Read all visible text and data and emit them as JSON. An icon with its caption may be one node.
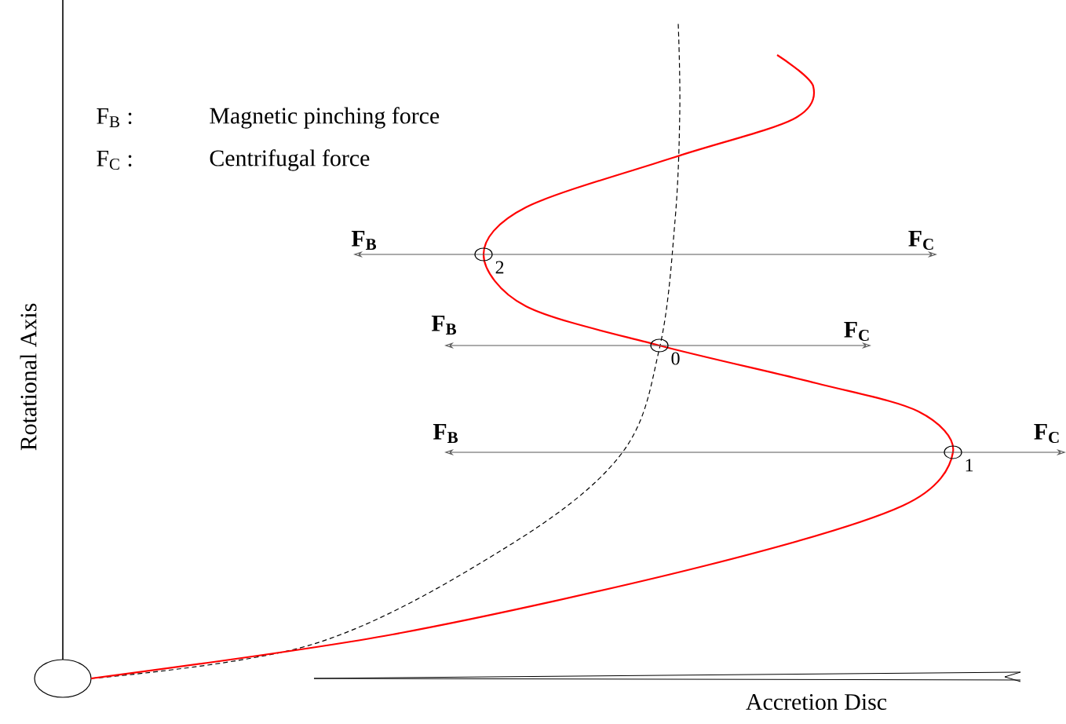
{
  "diagram": {
    "nodes": [
      {
        "text": [],
        "shape": "circle",
        "beside": [
          "2"
        ]
      },
      {
        "text": [],
        "shape": "circle",
        "beside": [
          "0"
        ]
      },
      {
        "text": [],
        "shape": "circle",
        "beside": [
          "1"
        ]
      }
    ],
    "labels": [
      "Rotational Axis",
      "F$_{B}$ :",
      "Magnetic pinching force",
      "F$_{C}$ :",
      "Centrifugal force",
      "F$_{B}$",
      "F$_{C}$",
      "F$_{B}$",
      "F$_{C}$",
      "F$_{B}$",
      "F$_{C}$",
      "Accretion Disc"
    ]
  }
}
